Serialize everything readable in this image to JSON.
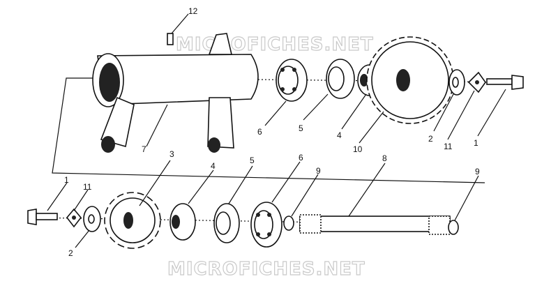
{
  "watermarks": [
    "MICROFICHES.NET",
    "MICROFICHES.NET"
  ],
  "callouts": {
    "upper": [
      "12",
      "7",
      "6",
      "5",
      "4",
      "10",
      "2",
      "11",
      "1"
    ],
    "lower": [
      "1",
      "11",
      "2",
      "3",
      "4",
      "5",
      "6",
      "9",
      "8",
      "9"
    ]
  }
}
